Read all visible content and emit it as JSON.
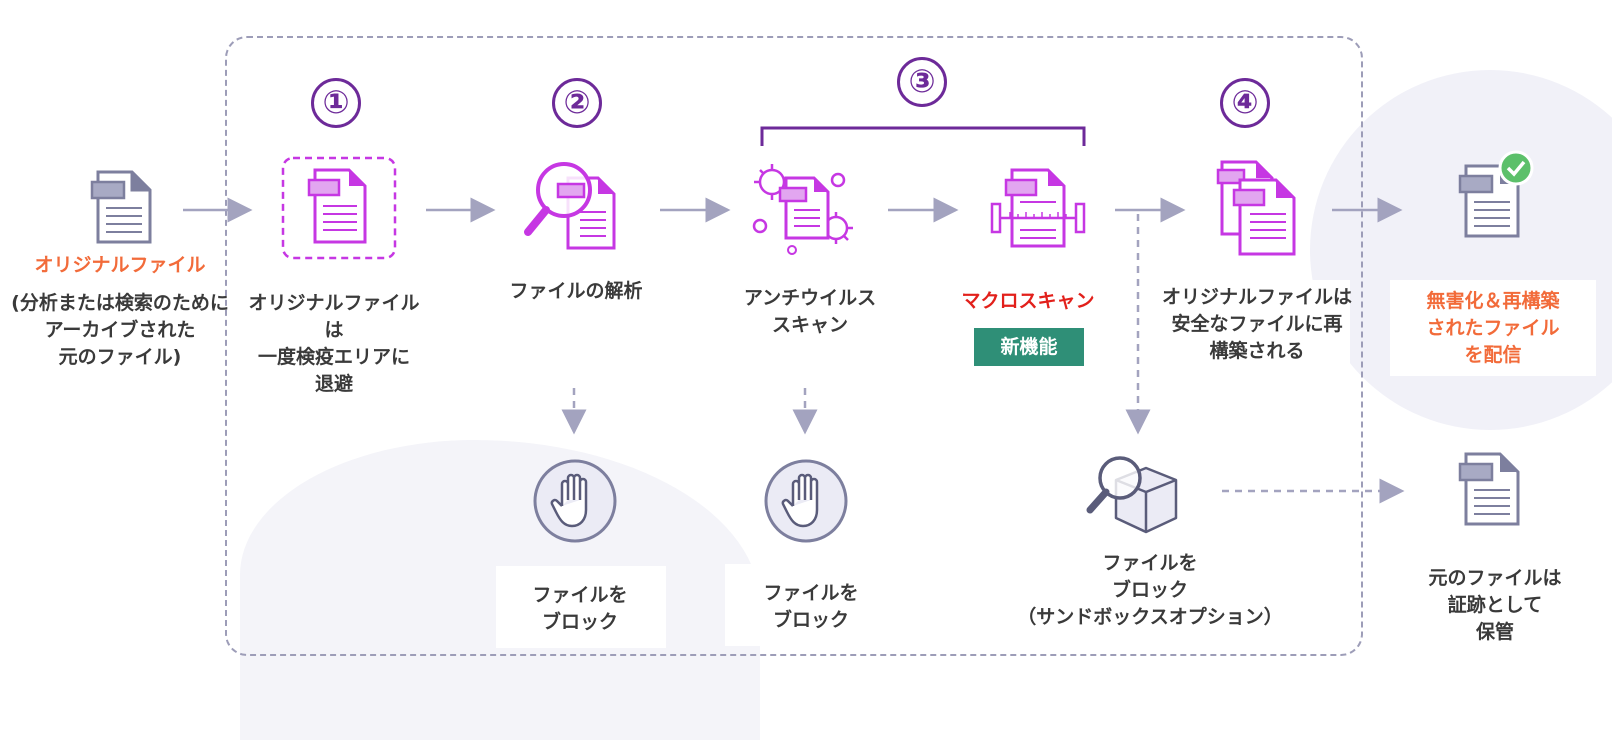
{
  "colors": {
    "purple": "#c637e3",
    "step_purple": "#6d2a99",
    "orange": "#f26b3a",
    "red": "#e2201b",
    "green_badge": "#2f8f77",
    "gray_doc": "#7d7f9e",
    "arrow": "#a3a3bf"
  },
  "steps": [
    "①",
    "②",
    "③",
    "④"
  ],
  "labels": {
    "original_file_title": "オリジナルファイル",
    "original_file_desc": "(分析または検索のために\nアーカイブされた\n元のファイル)",
    "quarantine": "オリジナルファイルは\n一度検疫エリアに\n退避",
    "analysis": "ファイルの解析",
    "antivirus": "アンチウイルス\nスキャン",
    "macro_scan": "マクロスキャン",
    "new_feature": "新機能",
    "rebuild": "オリジナルファイルは\n安全なファイルに再\n構築される",
    "deliver": "無害化＆再構築\nされたファイル\nを配信",
    "block_1": "ファイルを\nブロック",
    "block_2": "ファイルを\nブロック",
    "block_sandbox": "ファイルを\nブロック\n（サンドボックスオプション）",
    "keep_original": "元のファイルは\n証跡として\n保管"
  },
  "icons": {
    "original_doc": "document-icon",
    "quarantine_doc": "quarantined-document-icon",
    "analysis": "magnifier-document-icon",
    "antivirus": "virus-document-icon",
    "macro": "scanner-document-icon",
    "rebuild": "rebuilt-documents-icon",
    "delivered": "verified-document-icon",
    "block": "stop-hand-icon",
    "sandbox": "sandbox-box-icon",
    "kept": "document-icon"
  }
}
